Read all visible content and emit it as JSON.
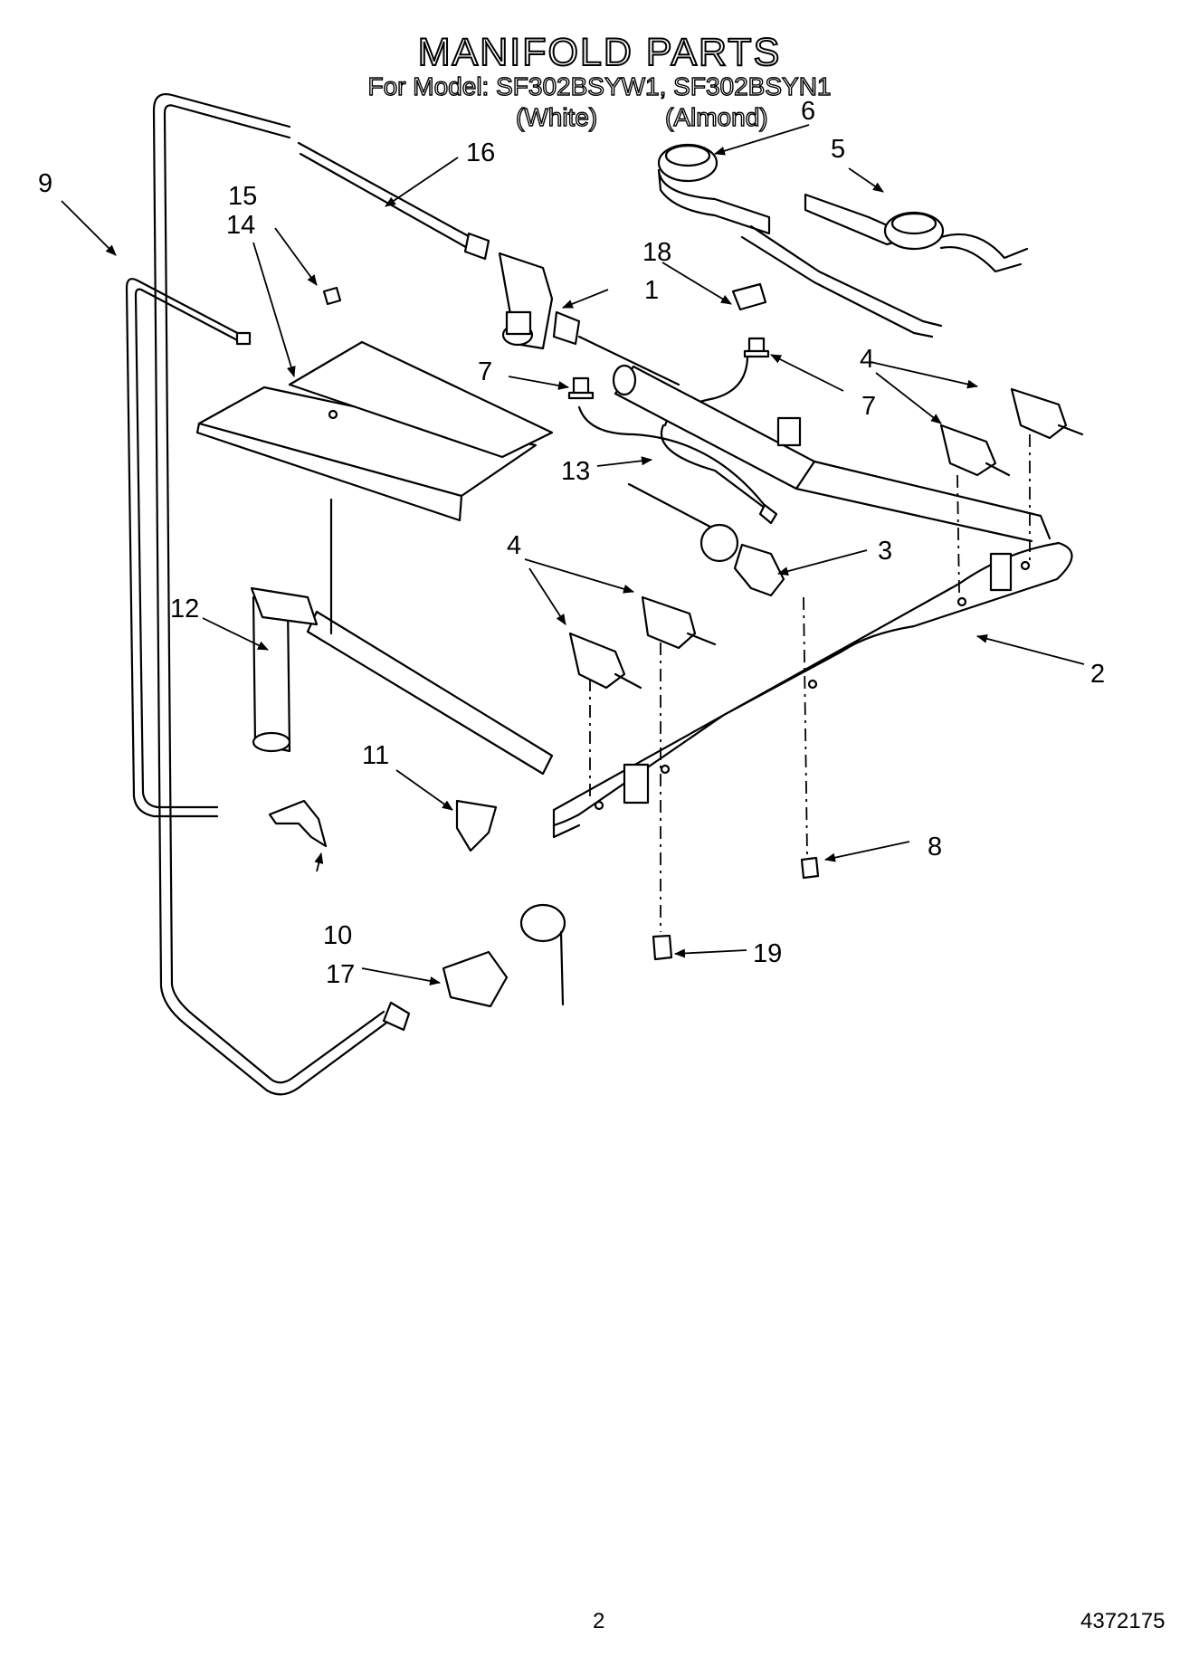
{
  "header": {
    "title": "MANIFOLD PARTS",
    "subtitle": "For Model: SF302BSYW1, SF302BSYN1",
    "variant_white": "(White)",
    "variant_almond": "(Almond)"
  },
  "callouts": [
    "1",
    "2",
    "3",
    "4",
    "4",
    "5",
    "6",
    "7",
    "7",
    "8",
    "9",
    "10",
    "11",
    "12",
    "13",
    "14",
    "15",
    "16",
    "17",
    "18",
    "19"
  ],
  "footer": {
    "page_number": "2",
    "document_number": "4372175"
  }
}
